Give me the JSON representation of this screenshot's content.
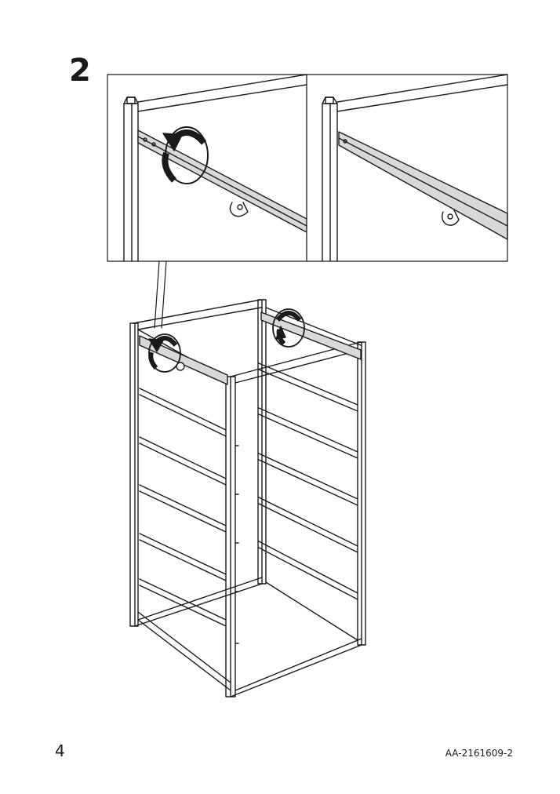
{
  "step": {
    "number": "2"
  },
  "footer": {
    "page_number": "4",
    "doc_code": "AA-2161609-2"
  },
  "icons": [
    "rotate-arrow-icon"
  ],
  "colors": {
    "line": "#1a1a1a",
    "rail_fill": "#d9d9d9"
  }
}
